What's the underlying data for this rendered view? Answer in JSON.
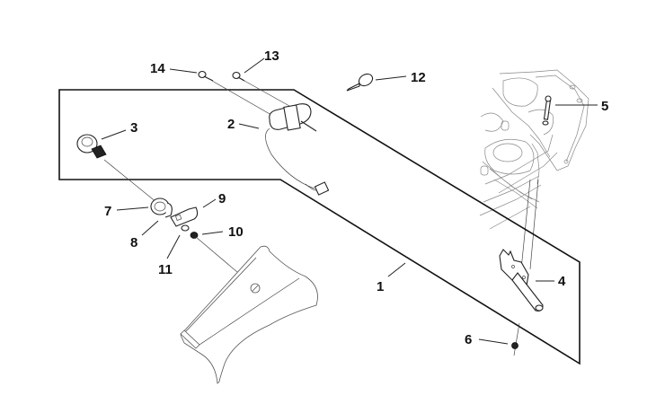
{
  "diagram": {
    "type": "exploded-parts-diagram",
    "callouts": [
      {
        "id": "1",
        "label": "1"
      },
      {
        "id": "2",
        "label": "2"
      },
      {
        "id": "3",
        "label": "3"
      },
      {
        "id": "4",
        "label": "4"
      },
      {
        "id": "5",
        "label": "5"
      },
      {
        "id": "6",
        "label": "6"
      },
      {
        "id": "7",
        "label": "7"
      },
      {
        "id": "8",
        "label": "8"
      },
      {
        "id": "9",
        "label": "9"
      },
      {
        "id": "10",
        "label": "10"
      },
      {
        "id": "11",
        "label": "11"
      },
      {
        "id": "12",
        "label": "12"
      },
      {
        "id": "13",
        "label": "13"
      },
      {
        "id": "14",
        "label": "14"
      }
    ],
    "parts": {
      "panel": "part-1-kit-outline",
      "switch": "part-2-ignition-switch",
      "cap": "part-3-cap",
      "bracket": "part-4-bracket",
      "bolt": "part-5-bolt",
      "nut": "part-6-nut",
      "lock": "part-7-lock-cylinder",
      "ring": "part-8-ring",
      "cam": "part-9-cam",
      "screw": "part-10-screw",
      "washer": "part-11-washer",
      "key": "part-12-key",
      "screw13": "part-13-screw",
      "screw14": "part-14-screw"
    }
  }
}
